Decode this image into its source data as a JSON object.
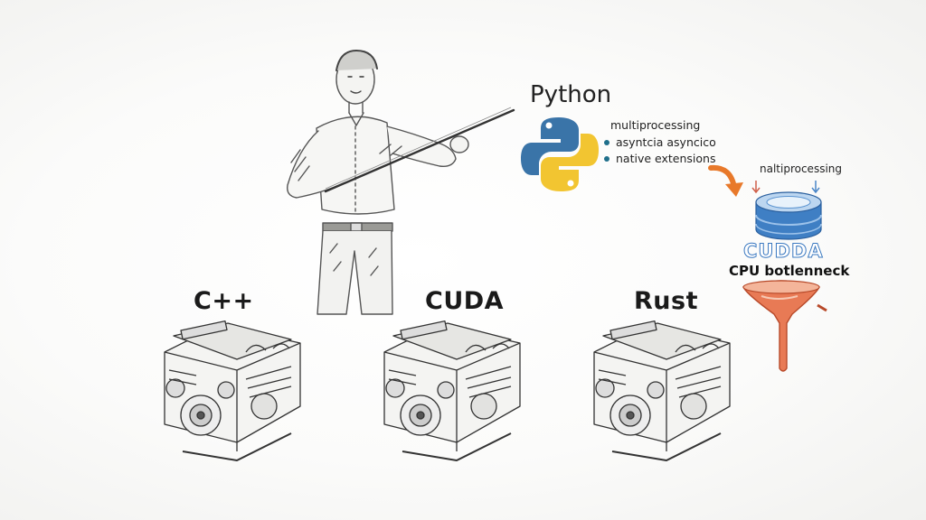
{
  "python": {
    "title": "Python",
    "items": [
      "multiprocessing",
      "asyntcia asyncico",
      "native extensions"
    ],
    "logo_colors": {
      "blue": "#3a74a8",
      "yellow": "#f2c531"
    }
  },
  "engines": [
    {
      "label": "C++"
    },
    {
      "label": "CUDA"
    },
    {
      "label": "Rust"
    }
  ],
  "right_panel": {
    "process_label": "naltiprocessing",
    "brand_text": "CUDDA",
    "bottleneck_label": "CPU botlenneck",
    "colors": {
      "cylinder": "#4a86c8",
      "funnel": "#d9603e",
      "arrow": "#e8792a"
    }
  },
  "icons": [
    "python-logo-icon",
    "cylinder-icon",
    "funnel-icon",
    "curved-arrow-icon",
    "engine-icon"
  ]
}
